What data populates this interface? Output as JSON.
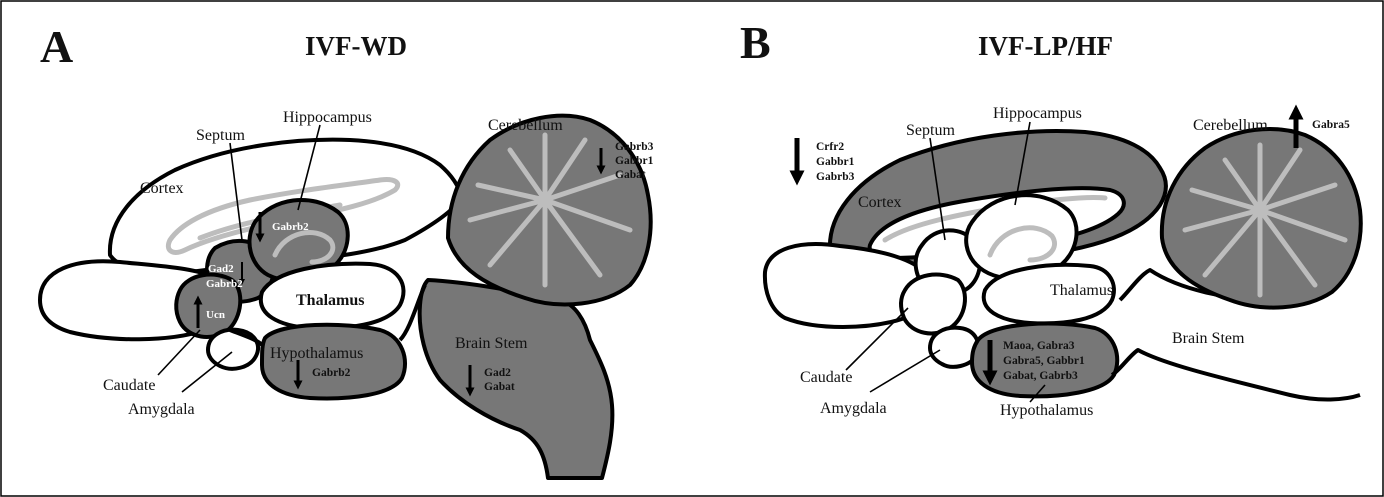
{
  "panel_a": {
    "letter": "A",
    "title": "IVF-WD",
    "regions": {
      "septum": "Septum",
      "hippocampus": "Hippocampus",
      "cerebellum": "Cerebellum",
      "cortex": "Cortex",
      "thalamus": "Thalamus",
      "hypothalamus": "Hypothalamus",
      "brain_stem": "Brain Stem",
      "caudate": "Caudate",
      "amygdala": "Amygdala"
    },
    "genes": {
      "cerebellum_down": [
        "Gabrb3",
        "Gabbr1",
        "Gabat"
      ],
      "hippocampus_down": "Gabrb2",
      "septum_gad2": "Gad2",
      "septum_gabrb2": "Gabrb2",
      "caudate_up": "Ucn",
      "hypothalamus_down": "Gabrb2",
      "brainstem_down": [
        "Gad2",
        "Gabat"
      ]
    }
  },
  "panel_b": {
    "letter": "B",
    "title": "IVF-LP/HF",
    "regions": {
      "hippocampus": "Hippocampus",
      "septum": "Septum",
      "cerebellum": "Cerebellum",
      "cortex": "Cortex",
      "thalamus": "Thalamus",
      "brain_stem": "Brain Stem",
      "caudate": "Caudate",
      "amygdala": "Amygdala",
      "hypothalamus": "Hypothalamus"
    },
    "genes": {
      "cortex_down": [
        "Crfr2",
        "Gabbr1",
        "Gabrb3"
      ],
      "cerebellum_up": "Gabra5",
      "hypothalamus_down": [
        "Maoa, Gabra3",
        "Gabra5, Gabbr1",
        "Gabat, Gabrb3"
      ]
    }
  },
  "colors": {
    "changed_region": "#777777",
    "unchanged_region": "#ffffff",
    "inner_pattern": "#bdbdbd",
    "outline": "#000000"
  }
}
